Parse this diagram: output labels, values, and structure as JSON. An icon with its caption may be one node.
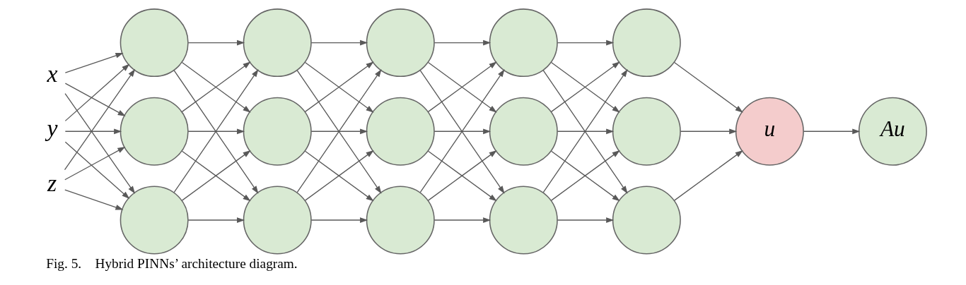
{
  "diagram": {
    "caption": "Fig. 5.    Hybrid PINNs’ architecture diagram.",
    "nodes": [
      {
        "text": [
          "x"
        ]
      },
      {
        "text": [
          "y"
        ]
      },
      {
        "text": [
          "z"
        ]
      },
      {
        "text": [],
        "shape": "circle"
      },
      {
        "text": [],
        "shape": "circle"
      },
      {
        "text": [],
        "shape": "circle"
      },
      {
        "text": [],
        "shape": "circle"
      },
      {
        "text": [],
        "shape": "circle"
      },
      {
        "text": [],
        "shape": "circle"
      },
      {
        "text": [],
        "shape": "circle"
      },
      {
        "text": [],
        "shape": "circle"
      },
      {
        "text": [],
        "shape": "circle"
      },
      {
        "text": [],
        "shape": "circle"
      },
      {
        "text": [],
        "shape": "circle"
      },
      {
        "text": [],
        "shape": "circle"
      },
      {
        "text": [],
        "shape": "circle"
      },
      {
        "text": [],
        "shape": "circle"
      },
      {
        "text": [],
        "shape": "circle"
      },
      {
        "text": [
          "u"
        ]
      },
      {
        "text": [
          "Au"
        ]
      }
    ],
    "edges": [
      {
        "from": 0,
        "to": 3,
        "arrow": "to"
      },
      {
        "from": 0,
        "to": 4,
        "arrow": "to"
      },
      {
        "from": 0,
        "to": 5,
        "arrow": "to"
      },
      {
        "from": 1,
        "to": 3,
        "arrow": "to"
      },
      {
        "from": 1,
        "to": 4,
        "arrow": "to"
      },
      {
        "from": 1,
        "to": 5,
        "arrow": "to"
      },
      {
        "from": 2,
        "to": 3,
        "arrow": "to"
      },
      {
        "from": 2,
        "to": 4,
        "arrow": "to"
      },
      {
        "from": 2,
        "to": 5,
        "arrow": "to"
      },
      {
        "from": 3,
        "to": 6,
        "arrow": "to"
      },
      {
        "from": 3,
        "to": 7,
        "arrow": "to"
      },
      {
        "from": 3,
        "to": 8,
        "arrow": "to"
      },
      {
        "from": 4,
        "to": 6,
        "arrow": "to"
      },
      {
        "from": 4,
        "to": 7,
        "arrow": "to"
      },
      {
        "from": 4,
        "to": 8,
        "arrow": "to"
      },
      {
        "from": 5,
        "to": 6,
        "arrow": "to"
      },
      {
        "from": 5,
        "to": 7,
        "arrow": "to"
      },
      {
        "from": 5,
        "to": 8,
        "arrow": "to"
      },
      {
        "from": 6,
        "to": 9,
        "arrow": "to"
      },
      {
        "from": 6,
        "to": 10,
        "arrow": "to"
      },
      {
        "from": 6,
        "to": 11,
        "arrow": "to"
      },
      {
        "from": 7,
        "to": 9,
        "arrow": "to"
      },
      {
        "from": 7,
        "to": 10,
        "arrow": "to"
      },
      {
        "from": 7,
        "to": 11,
        "arrow": "to"
      },
      {
        "from": 8,
        "to": 9,
        "arrow": "to"
      },
      {
        "from": 8,
        "to": 10,
        "arrow": "to"
      },
      {
        "from": 8,
        "to": 11,
        "arrow": "to"
      },
      {
        "from": 9,
        "to": 12,
        "arrow": "to"
      },
      {
        "from": 9,
        "to": 13,
        "arrow": "to"
      },
      {
        "from": 9,
        "to": 14,
        "arrow": "to"
      },
      {
        "from": 10,
        "to": 12,
        "arrow": "to"
      },
      {
        "from": 10,
        "to": 13,
        "arrow": "to"
      },
      {
        "from": 10,
        "to": 14,
        "arrow": "to"
      },
      {
        "from": 11,
        "to": 12,
        "arrow": "to"
      },
      {
        "from": 11,
        "to": 13,
        "arrow": "to"
      },
      {
        "from": 11,
        "to": 14,
        "arrow": "to"
      },
      {
        "from": 12,
        "to": 15,
        "arrow": "to"
      },
      {
        "from": 12,
        "to": 16,
        "arrow": "to"
      },
      {
        "from": 12,
        "to": 17,
        "arrow": "to"
      },
      {
        "from": 13,
        "to": 15,
        "arrow": "to"
      },
      {
        "from": 13,
        "to": 16,
        "arrow": "to"
      },
      {
        "from": 13,
        "to": 17,
        "arrow": "to"
      },
      {
        "from": 14,
        "to": 15,
        "arrow": "to"
      },
      {
        "from": 14,
        "to": 16,
        "arrow": "to"
      },
      {
        "from": 14,
        "to": 17,
        "arrow": "to"
      },
      {
        "from": 15,
        "to": 18,
        "arrow": "to"
      },
      {
        "from": 16,
        "to": 18,
        "arrow": "to"
      },
      {
        "from": 17,
        "to": 18,
        "arrow": "to"
      },
      {
        "from": 18,
        "to": 19,
        "arrow": "to"
      }
    ]
  }
}
